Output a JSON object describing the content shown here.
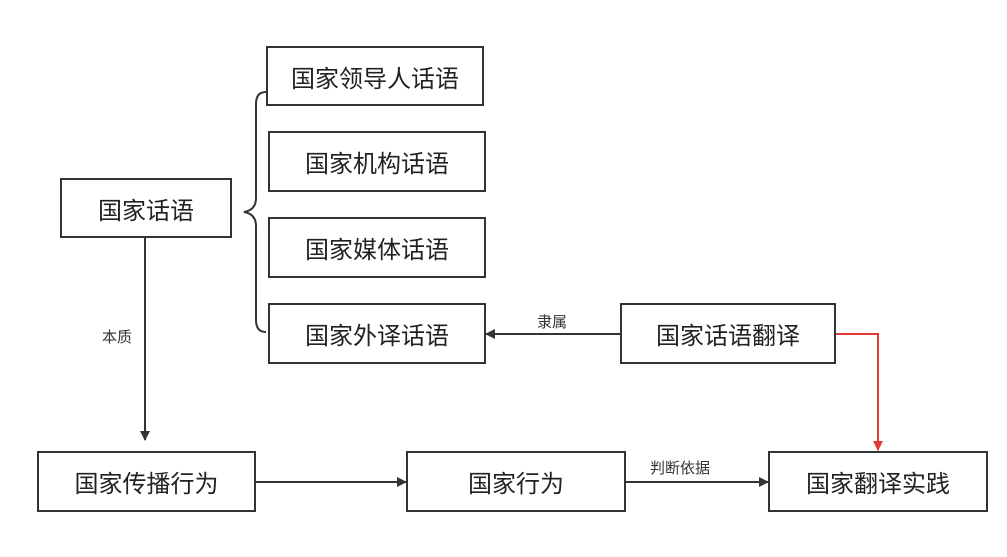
{
  "nodes": {
    "national_discourse": "国家话语",
    "leader_discourse": "国家领导人话语",
    "institution_discourse": "国家机构话语",
    "media_discourse": "国家媒体话语",
    "foreign_translation_discourse": "国家外译话语",
    "discourse_translation": "国家话语翻译",
    "communication_behavior": "国家传播行为",
    "national_behavior": "国家行为",
    "translation_practice": "国家翻译实践"
  },
  "edges": {
    "essence_label": "本质",
    "subordinate_label": "隶属",
    "judgment_basis_label": "判断依据"
  },
  "colors": {
    "line": "#333333",
    "highlight": "#e53935"
  }
}
